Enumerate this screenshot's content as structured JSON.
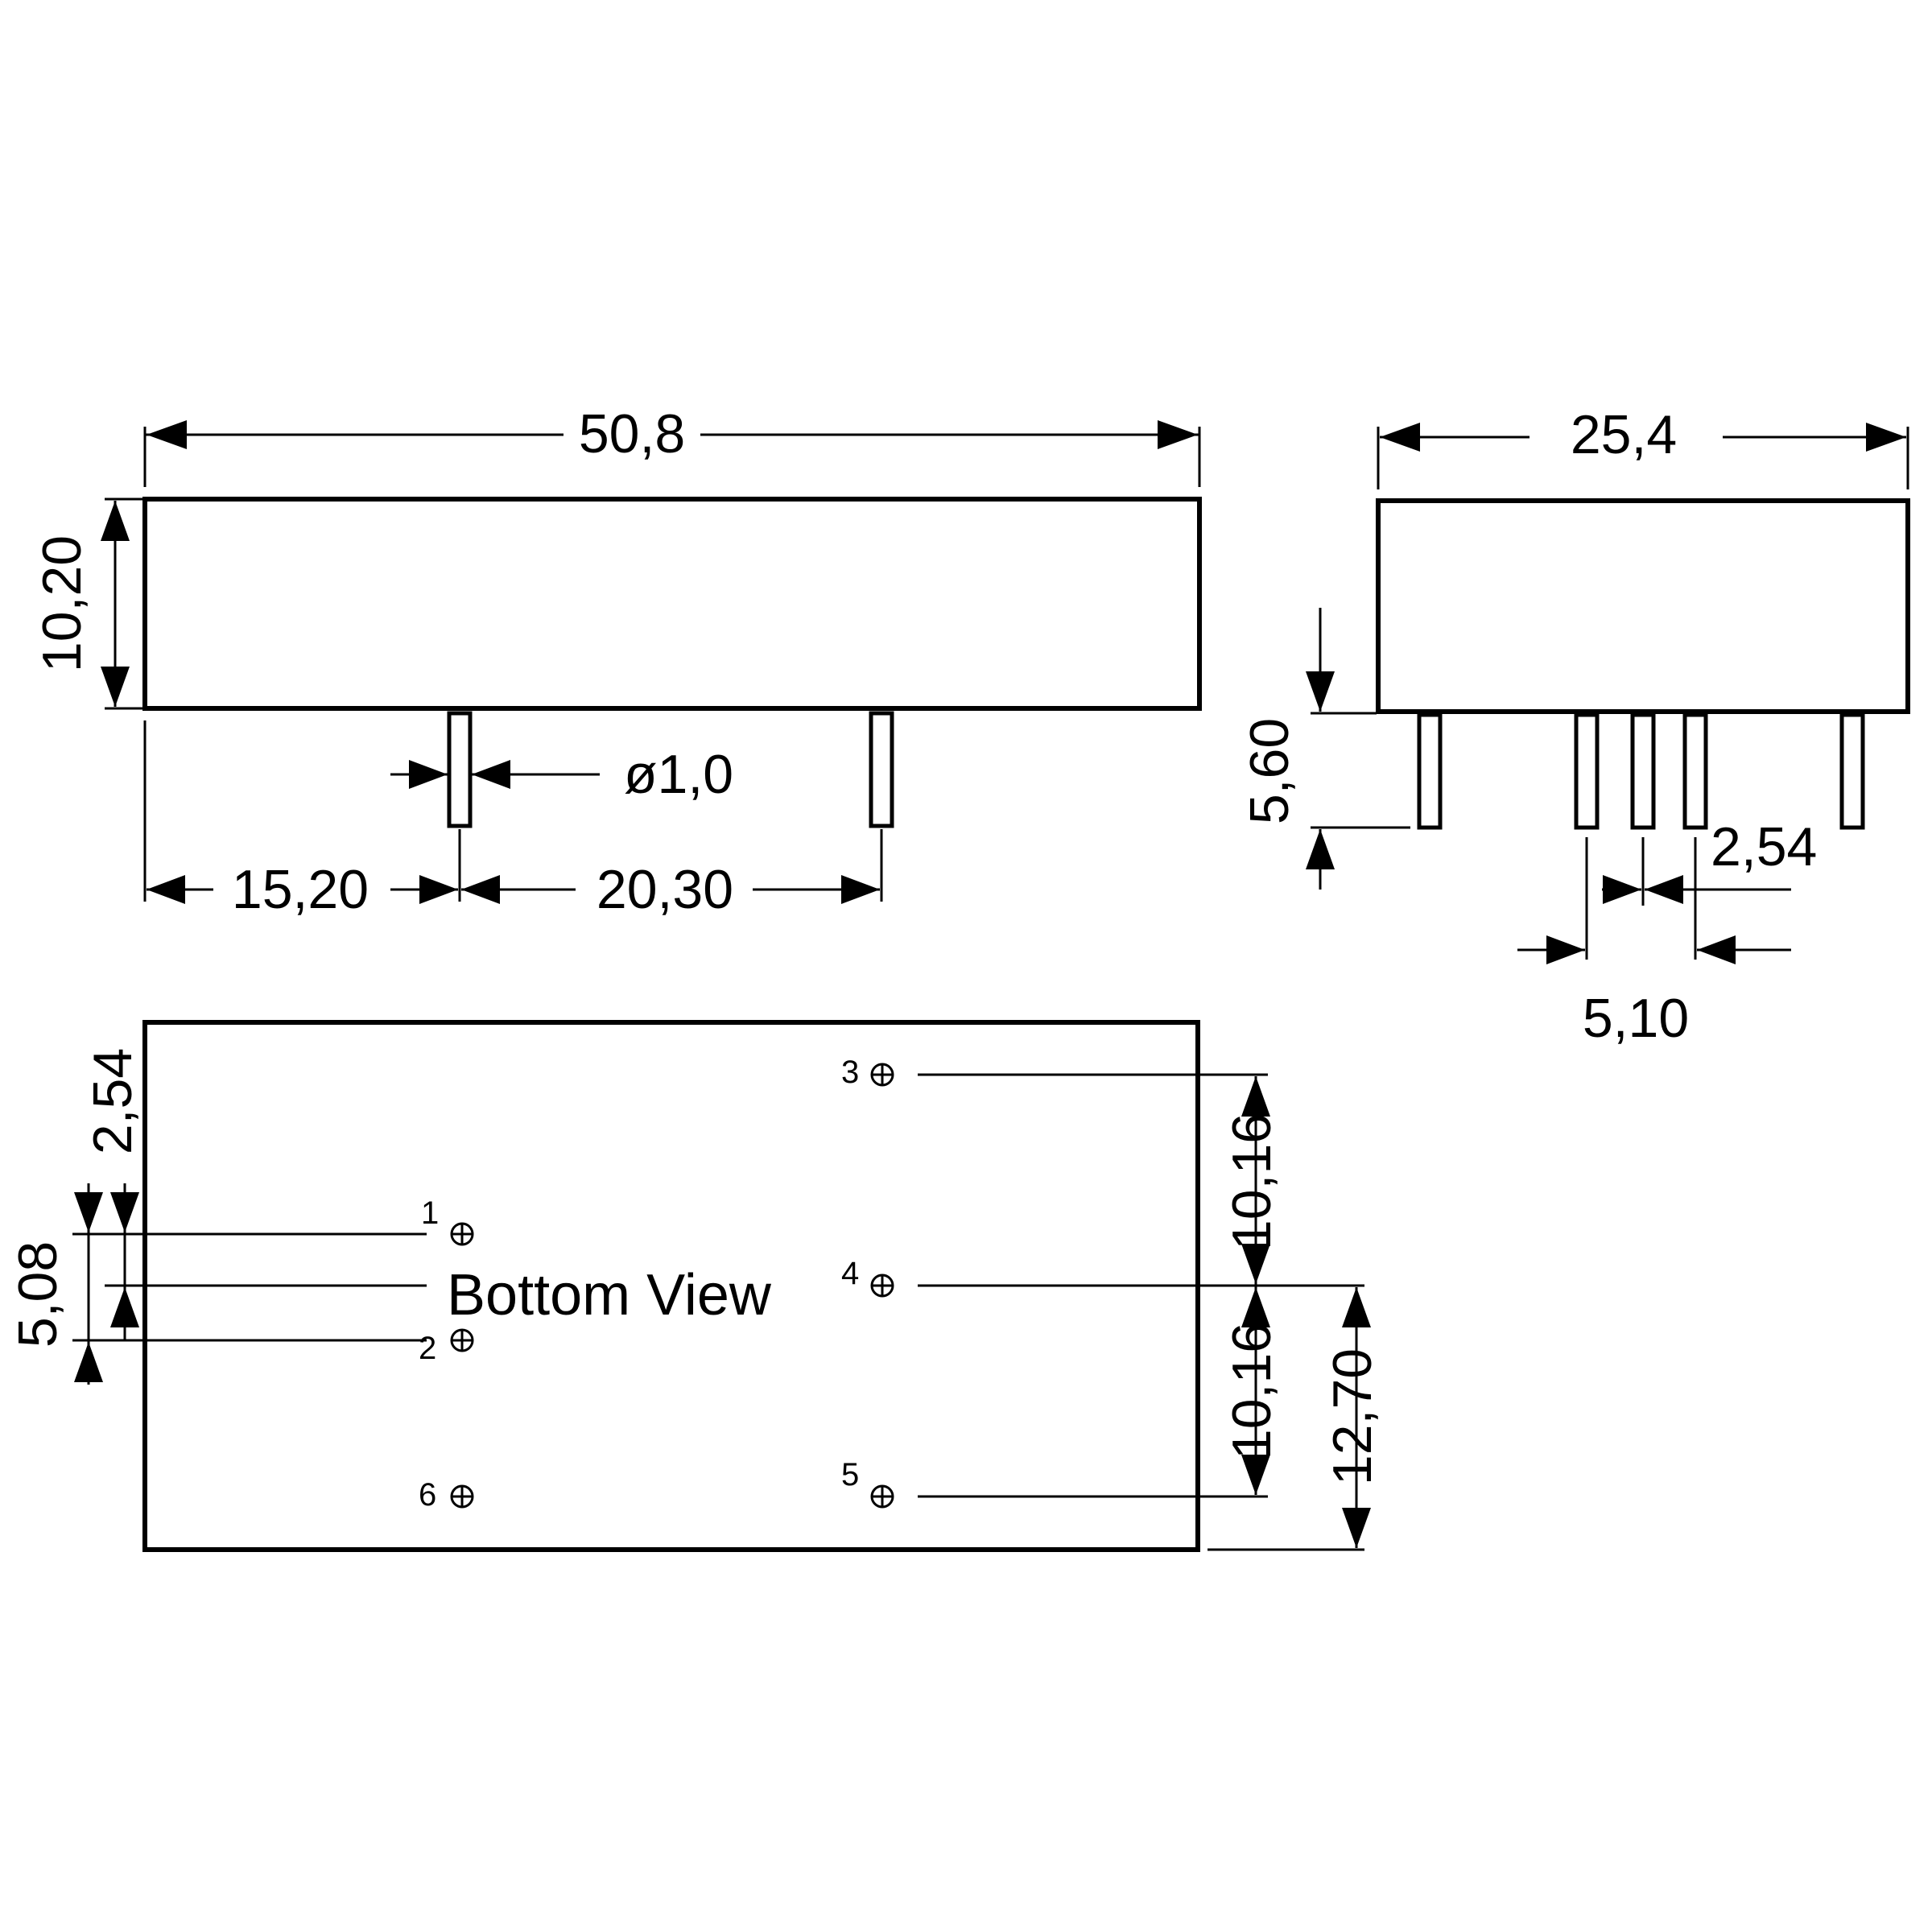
{
  "drawing": {
    "front_view": {
      "length": "50,8",
      "height": "10,20",
      "pin_diameter": "ø1,0",
      "offset_first_pin": "15,20",
      "pin_spacing": "20,30"
    },
    "side_view": {
      "width": "25,4",
      "pin_length": "5,60",
      "pitch": "2,54",
      "double_pitch": "5,10"
    },
    "bottom_view": {
      "title": "Bottom View",
      "left_pitch": "2,54",
      "left_double_pitch": "5,08",
      "right_pitch_upper": "10,16",
      "right_pitch_lower": "10,16",
      "edge_offset": "12,70",
      "pins": [
        "1",
        "2",
        "3",
        "4",
        "5",
        "6"
      ]
    }
  }
}
